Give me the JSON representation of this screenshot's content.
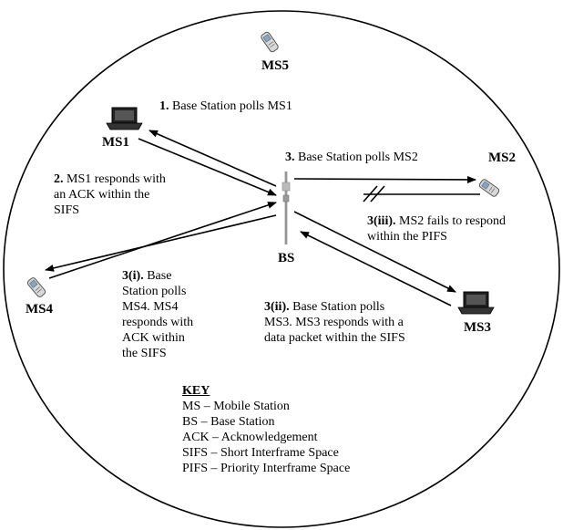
{
  "nodes": {
    "ms5": "MS5",
    "ms1": "MS1",
    "ms2": "MS2",
    "ms3": "MS3",
    "ms4": "MS4",
    "bs": "BS"
  },
  "steps": {
    "s1": {
      "num": "1.",
      "text": " Base Station polls MS1"
    },
    "s2": {
      "num": "2.",
      "line1": " MS1 responds with",
      "line2": "an ACK within the",
      "line3": "SIFS"
    },
    "s3": {
      "num": "3.",
      "text": " Base Station polls MS2"
    },
    "s3iii": {
      "num": "3(iii).",
      "line1": " MS2 fails to respond",
      "line2": "within the PIFS"
    },
    "s3i": {
      "num": "3(i).",
      "line1": " Base",
      "line2": "Station polls",
      "line3": "MS4. MS4",
      "line4": "responds with",
      "line5": "ACK within",
      "line6": "the SIFS"
    },
    "s3ii": {
      "num": "3(ii).",
      "line1": " Base Station polls",
      "line2": "MS3. MS3 responds with a",
      "line3": "data packet within the SIFS"
    }
  },
  "key": {
    "title": "KEY",
    "items": [
      "MS – Mobile Station",
      "BS – Base Station",
      "ACK – Acknowledgement",
      "SIFS – Short Interframe Space",
      "PIFS – Priority Interframe Space"
    ]
  }
}
